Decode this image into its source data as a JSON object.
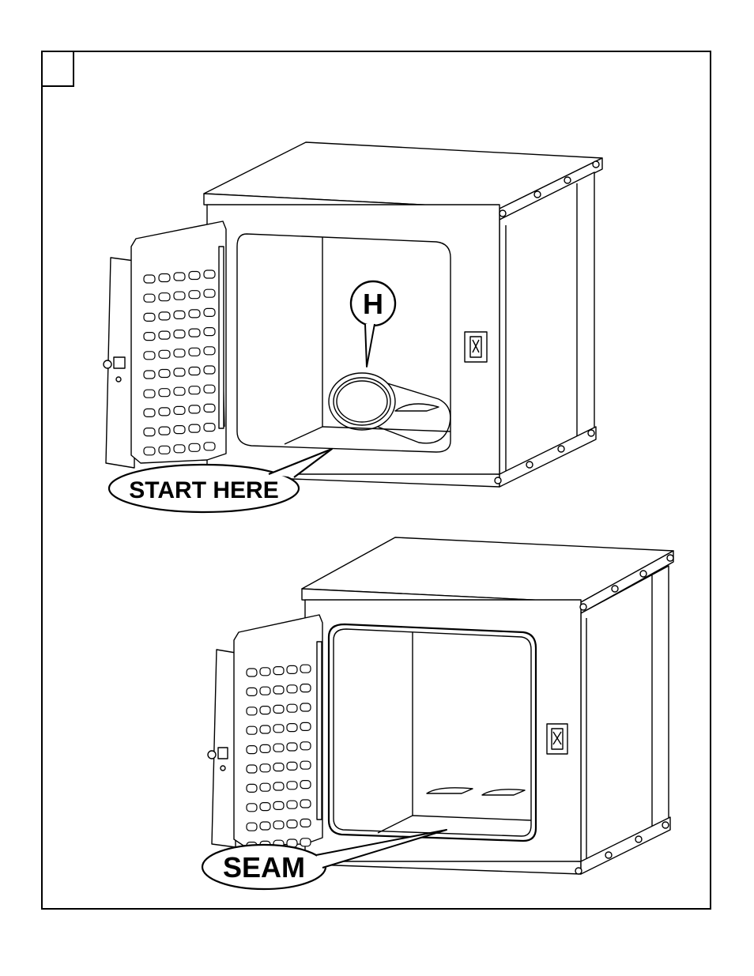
{
  "step": {
    "number": ""
  },
  "callouts": {
    "part_letter": "H",
    "start_here": "START HERE",
    "seam": "SEAM"
  },
  "icons": [
    "cabinet-open-door",
    "vent-grille-door",
    "latch-icon",
    "hinge-icon",
    "part-h-ring"
  ]
}
